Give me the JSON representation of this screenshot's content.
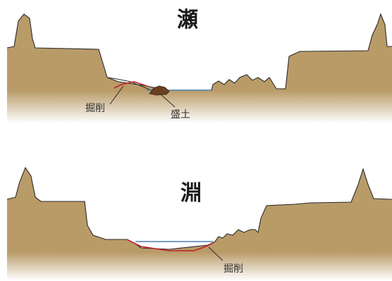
{
  "top_panel": {
    "title": "瀬",
    "labels": {
      "excavation": "掘削",
      "embankment": "盛土"
    }
  },
  "bottom_panel": {
    "title": "淵",
    "labels": {
      "excavation": "掘削"
    }
  },
  "colors": {
    "ground": "#b99b68",
    "ground_edge": "#2a2a2a",
    "water": "#4a7fb8",
    "excavation_line": "#c0202a",
    "embankment": "#6b3f22",
    "background": "#ffffff"
  }
}
